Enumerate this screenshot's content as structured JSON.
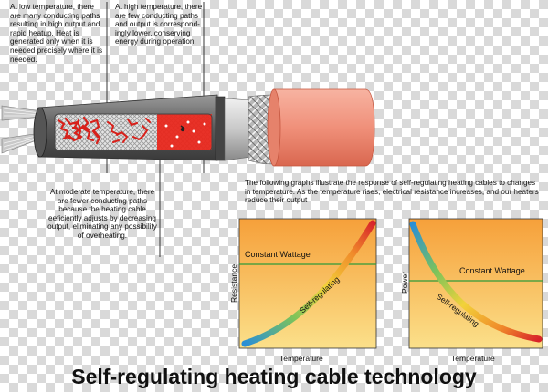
{
  "notes": {
    "low": "At low temperature, there are many conducting paths resulting in high output and rapid heatup. Heat is generated only when it is needed precisely where it is needed.",
    "high": "At high temperature, there are few conducting paths and output is correspond-ingly lower, conserving energy during operation.",
    "moderate": "At moderate temperature, there are fewer conducting paths because the heating cable eeficiently adjusts by decreasing output, eliminating any possibility of overheating.",
    "graphs": "The following graphs illustrate the response of self-regulating heating cables to changes in temperature.  As the temperature rises, electrical resistance increases, and our heaters reduce their output"
  },
  "charts": [
    {
      "constant_label": "Constant Wattage",
      "curve_label": "Self-regulating",
      "ylabel": "Resistance",
      "xlabel": "Temperature"
    },
    {
      "constant_label": "Constant Wattage",
      "curve_label": "Self-regulating",
      "ylabel": "Power",
      "xlabel": "Temperature"
    }
  ],
  "title": "Self-regulating heating cable technology",
  "colors": {
    "jacket": "#f0907a",
    "core_red": "#e8281e",
    "plot_top": "#f6a03a",
    "plot_bottom": "#fbe08a",
    "constant_line": "#2f9a3a"
  }
}
